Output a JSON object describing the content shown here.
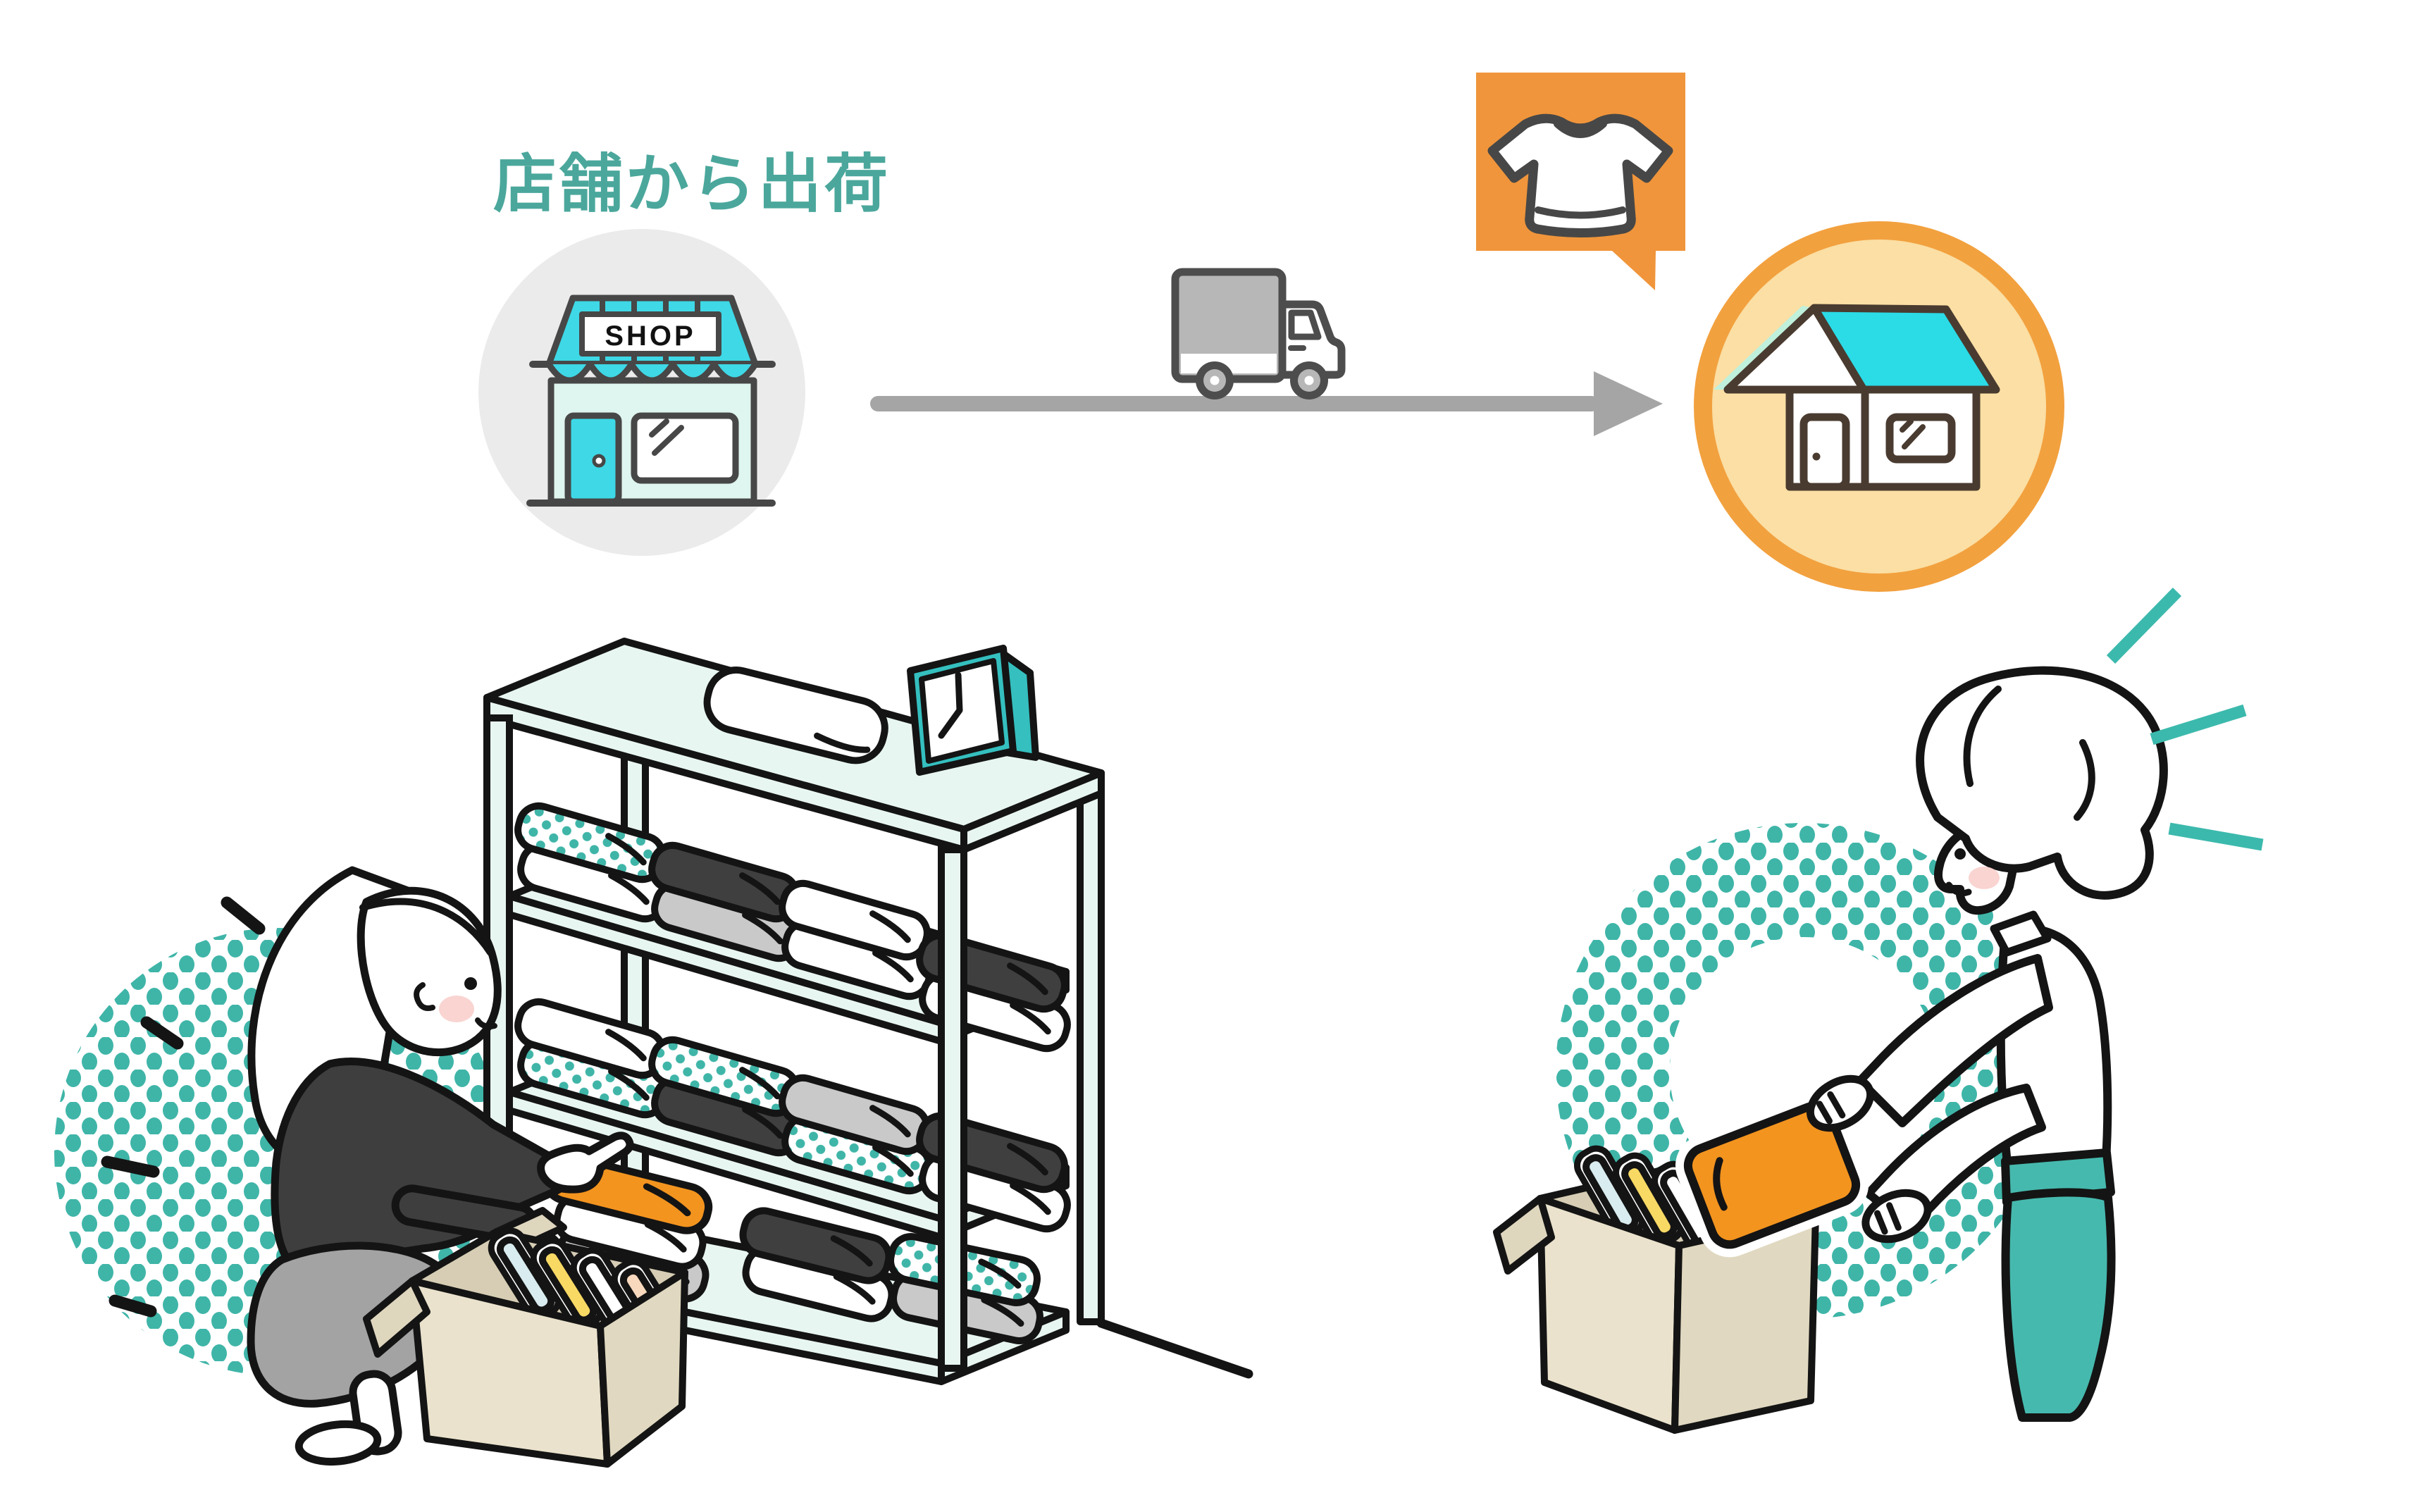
{
  "diagram": {
    "title": {
      "text": "店舗から出荷",
      "color": "#4BA79C"
    },
    "flow": {
      "from": {
        "label": "SHOP",
        "icon": "storefront-icon",
        "circle_color": "#EBEBEB",
        "awning_color": "#3ED8E6",
        "wall_color": "#DFF5EF"
      },
      "via": {
        "icon": "delivery-truck-icon",
        "cargo_color": "#B7B7B7"
      },
      "arrow": {
        "direction": "right",
        "color": "#A5A5A5"
      },
      "callout": {
        "icon": "t-shirt-icon",
        "bubble_color": "#F0953B"
      },
      "to": {
        "icon": "house-icon",
        "ring_color": "#F2A13F",
        "fill_color": "#FBDFA4",
        "roof_color": "#2BDBE6"
      }
    }
  },
  "scenes": {
    "store": {
      "description": "Shop staff woman kneeling, picking a folded orange garment from a stock shelf into a cardboard box",
      "shelf_garment_colors": [
        "#FFFFFF",
        "#3F3F3F",
        "#C9C9C9",
        "polka-dot-teal",
        "#F3941F"
      ],
      "box_garment_colors": [
        "#D9ECEF",
        "#F8D964",
        "#FFFFFF",
        "#F8D9BE"
      ],
      "halftone_dot_color": "#3FB5A8",
      "clock": "analog-clock-icon",
      "sweater_color": "#3E3E3E",
      "skirt_color": "#A3A3A3",
      "box_color": "#EAE2CC"
    },
    "customer": {
      "description": "Customer woman happily lifting the folded orange garment out of a delivery box",
      "item_color": "#F3941F",
      "pants_color": "#46B9AE",
      "sparkle_color": "#3CB9AD",
      "box_garment_colors": [
        "#D9ECEF",
        "#F8D964",
        "#FFFFFF",
        "#F8D9BE"
      ],
      "halftone_dot_color": "#3FB5A8",
      "box_color": "#EAE2CC"
    }
  }
}
